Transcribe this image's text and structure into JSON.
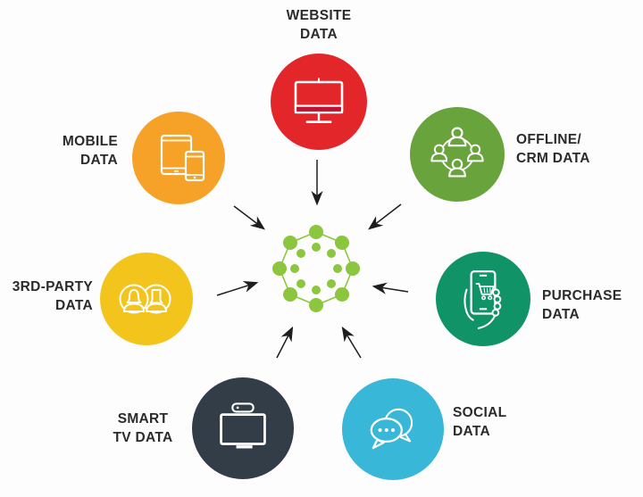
{
  "diagram": {
    "description": "Seven data sources feeding a central data hub",
    "background_color": "#fdfdfd",
    "label_color": "#2b2b2b",
    "arrow_color": "#1e1e1e",
    "center": {
      "name": "data hub",
      "icon": "network-dots-icon",
      "color": "#8cc63f"
    },
    "nodes": [
      {
        "id": "website",
        "label_line1": "WEBSITE",
        "label_line2": "DATA",
        "color": "#e2262a",
        "icon": "monitor-icon",
        "screen_band_color": "#bf1133"
      },
      {
        "id": "mobile",
        "label_line1": "MOBILE",
        "label_line2": "DATA",
        "color": "#f6a127",
        "icon": "tablet-phone-icon"
      },
      {
        "id": "offline-crm",
        "label_line1": "OFFLINE/",
        "label_line2": "CRM DATA",
        "color": "#69a33c",
        "icon": "people-group-icon"
      },
      {
        "id": "third-party",
        "label_line1": "3RD-PARTY",
        "label_line2": "DATA",
        "color": "#f2c41c",
        "icon": "user-avatars-icon"
      },
      {
        "id": "purchase",
        "label_line1": "PURCHASE",
        "label_line2": "DATA",
        "color": "#109467",
        "icon": "phone-shopping-cart-icon"
      },
      {
        "id": "smart-tv",
        "label_line1": "SMART",
        "label_line2": "TV DATA",
        "color": "#333d47",
        "icon": "smart-tv-icon"
      },
      {
        "id": "social",
        "label_line1": "SOCIAL",
        "label_line2": "DATA",
        "color": "#39b7d8",
        "icon": "chat-bubbles-icon"
      }
    ]
  }
}
